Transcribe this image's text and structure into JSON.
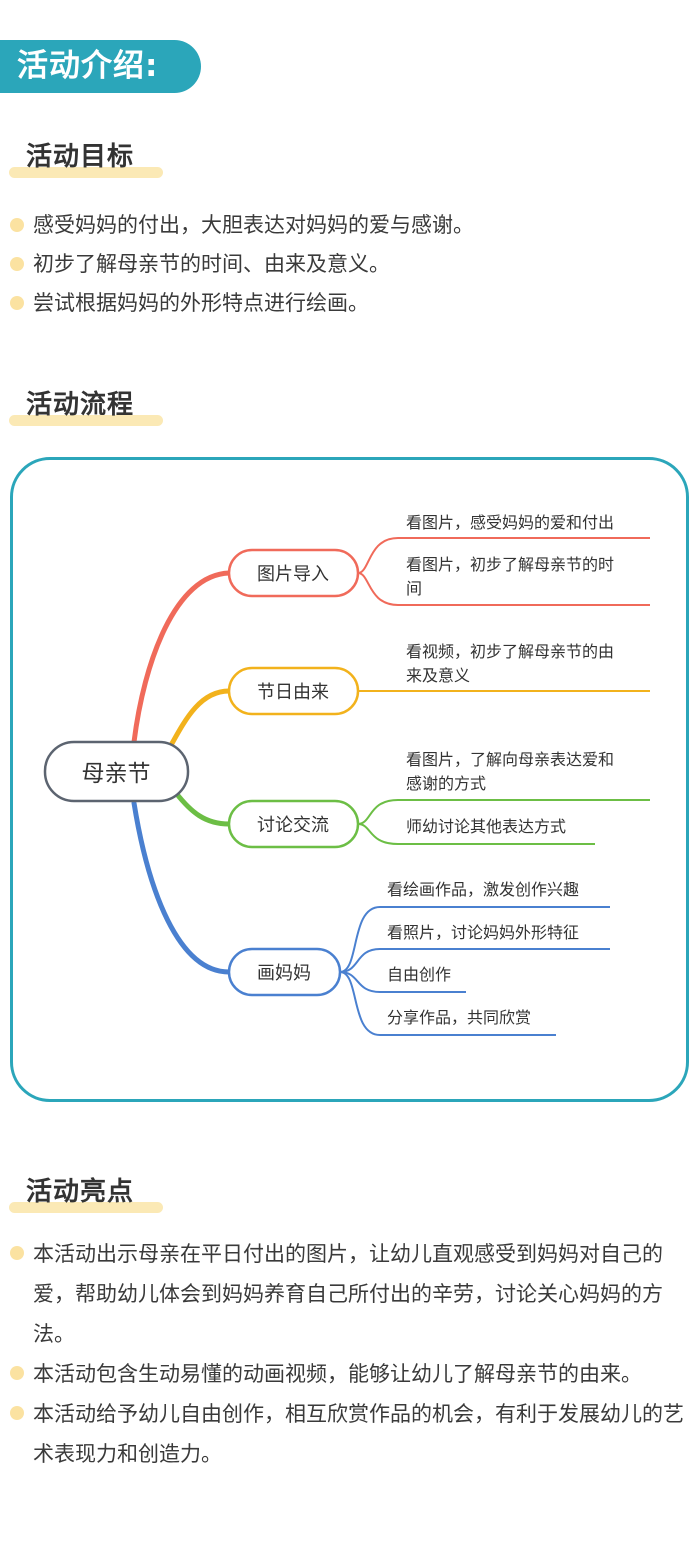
{
  "header": {
    "title": "活动介绍:"
  },
  "sections": {
    "goals": {
      "title": "活动目标",
      "items": [
        "感受妈妈的付出，大胆表达对妈妈的爱与感谢。",
        "初步了解母亲节的时间、由来及意义。",
        "尝试根据妈妈的外形特点进行绘画。"
      ]
    },
    "process": {
      "title": "活动流程"
    },
    "highlights": {
      "title": "活动亮点",
      "items": [
        "本活动出示母亲在平日付出的图片，让幼儿直观感受到妈妈对自己的爱，帮助幼儿体会到妈妈养育自己所付出的辛劳，讨论关心妈妈的方法。",
        "本活动包含生动易懂的动画视频，能够让幼儿了解母亲节的由来。",
        "本活动给予幼儿自由创作，相互欣赏作品的机会，有利于发展幼儿的艺术表现力和创造力。"
      ]
    }
  },
  "mindmap": {
    "root": "母亲节",
    "branches": [
      {
        "label": "图片导入",
        "color": "#f06a5a",
        "leaves": [
          [
            "看图片，感受妈妈的爱和付出"
          ],
          [
            "看图片，初步了解母亲节的时",
            "间"
          ]
        ]
      },
      {
        "label": "节日由来",
        "color": "#f2b21c",
        "leaves": [
          [
            "看视频，初步了解母亲节的由",
            "来及意义"
          ]
        ]
      },
      {
        "label": "讨论交流",
        "color": "#6cbe45",
        "leaves": [
          [
            "看图片，了解向母亲表达爱和",
            "感谢的方式"
          ],
          [
            "师幼讨论其他表达方式"
          ]
        ]
      },
      {
        "label": "画妈妈",
        "color": "#4a80d0",
        "leaves": [
          [
            "看绘画作品，激发创作兴趣"
          ],
          [
            "看照片，讨论妈妈外形特征"
          ],
          [
            "自由创作"
          ],
          [
            "分享作品，共同欣赏"
          ]
        ]
      }
    ]
  },
  "colors": {
    "accent": "#2ba6ba",
    "highlight": "#fbe9b5",
    "bullet": "#fbe2a1",
    "root_border": "#5c6470"
  }
}
